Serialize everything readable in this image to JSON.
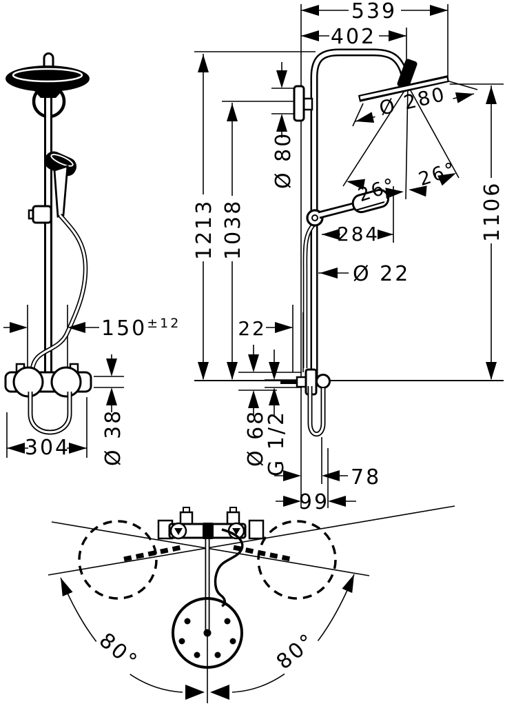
{
  "figure": {
    "title": "shower-pipe-technical-drawing",
    "background": "#ffffff",
    "ink": "#000000"
  },
  "dims": {
    "width_top": "539",
    "arm_reach": "402",
    "head_diameter": "Ø 280",
    "tilt_left": "26°",
    "tilt_right": "26°",
    "bracket_diameter": "Ø 80",
    "height_total": "1213",
    "height_bracket": "1038",
    "height_head": "1106",
    "handshower_reach": "284",
    "pipe_diameter": "Ø 22",
    "wall_clearance": "22",
    "supply_centers": "150",
    "supply_tolerance": "±12",
    "escutcheon_diameter": "Ø 68",
    "thread_size": "G 1/2",
    "hose_offset": "78",
    "outlet_offset": "99",
    "valve_width": "304",
    "valve_diameter": "Ø 38",
    "swivel_angle_left": "80°",
    "swivel_angle_right": "80°"
  }
}
